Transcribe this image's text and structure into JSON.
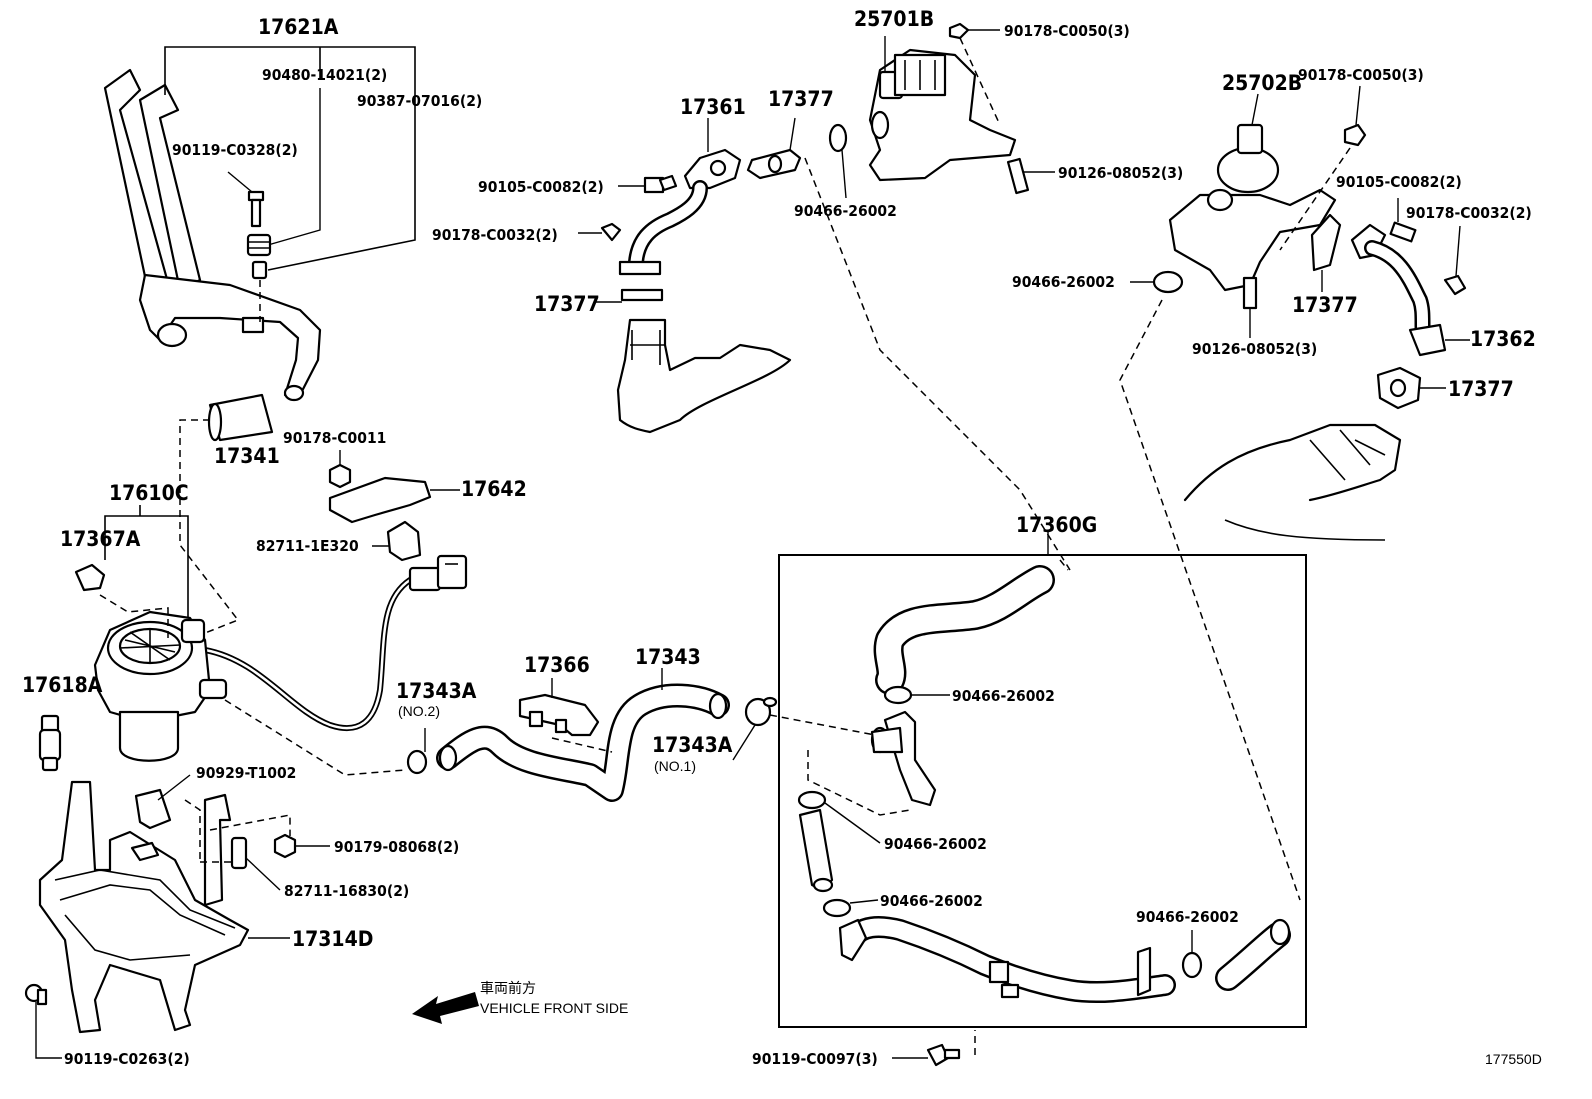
{
  "diagram_id": "177550D",
  "direction_note": {
    "jp": "車両前方",
    "en": "VEHICLE FRONT SIDE"
  },
  "labels": {
    "p17621A": "17621A",
    "p90480": "90480-14021(2)",
    "p90387": "90387-07016(2)",
    "p90119_0328": "90119-C0328(2)",
    "p17341": "17341",
    "p90178_0011": "90178-C0011",
    "p17642": "17642",
    "p82711_1E320": "82711-1E320",
    "p17610C": "17610C",
    "p17367A": "17367A",
    "p17618A": "17618A",
    "p17343A_no2": "17343A",
    "no2": "(NO.2)",
    "p90929": "90929-T1002",
    "p90179": "90179-08068(2)",
    "p82711_16830": "82711-16830(2)",
    "p17314D": "17314D",
    "p90119_0263": "90119-C0263(2)",
    "p17366": "17366",
    "p17343": "17343",
    "p17343A_no1": "17343A",
    "no1": "(NO.1)",
    "p17361": "17361",
    "p17377_a": "17377",
    "p90105_a": "90105-C0082(2)",
    "p90178_0032_a": "90178-C0032(2)",
    "p17377_b": "17377",
    "p90466_a": "90466-26002",
    "p25701B": "25701B",
    "p90178_0050_a": "90178-C0050(3)",
    "p90126_a": "90126-08052(3)",
    "p25702B": "25702B",
    "p90178_0050_b": "90178-C0050(3)",
    "p90105_b": "90105-C0082(2)",
    "p90178_0032_b": "90178-C0032(2)",
    "p90466_b": "90466-26002",
    "p17377_c": "17377",
    "p90126_b": "90126-08052(3)",
    "p17362": "17362",
    "p17377_d": "17377",
    "p17360G": "17360G",
    "p90466_c": "90466-26002",
    "p90466_d": "90466-26002",
    "p90466_e": "90466-26002",
    "p90466_f": "90466-26002",
    "p90119_0097": "90119-C0097(3)"
  }
}
